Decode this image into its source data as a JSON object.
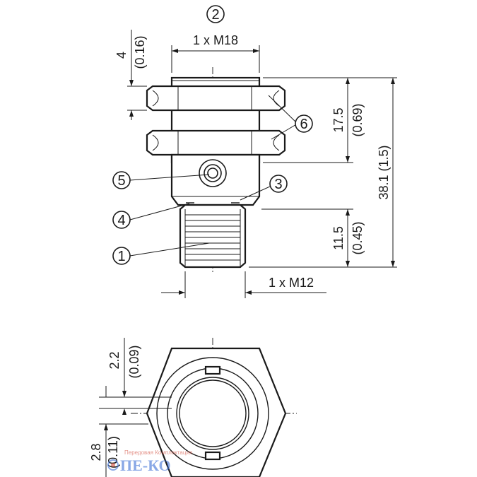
{
  "dimensions": {
    "thread_top": "1 x M18",
    "thread_bottom": "1 x M12",
    "nut_height": "4",
    "nut_height_in": "(0.16)",
    "upper_height": "17.5",
    "upper_height_in": "(0.69)",
    "overall_height": "38.1 (1.5)",
    "connector_height": "11.5",
    "connector_height_in": "(0.45)",
    "bottom_a": "2.2",
    "bottom_a_in": "(0.09)",
    "bottom_b": "2.8",
    "bottom_b_in": "(0.11)"
  },
  "callouts": [
    "1",
    "2",
    "3",
    "4",
    "5",
    "6"
  ],
  "watermark": {
    "text": "ПЕ-КО",
    "subtext": "Передовая Комплектация"
  },
  "colors": {
    "line": "#1a1a1a",
    "watermark": "#3b6fd6",
    "watermark_sub": "#d24a3a"
  }
}
